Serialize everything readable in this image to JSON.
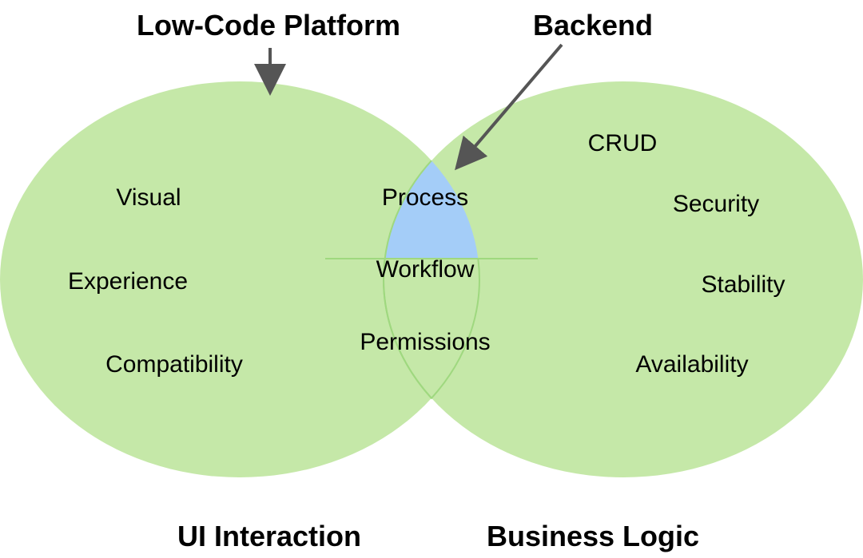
{
  "colors": {
    "set_fill": "#c5e8a8",
    "overlap_outline": "#9fd87f",
    "highlight_fill": "#a4cdf8",
    "arrow": "#555555",
    "text": "#000000"
  },
  "callouts": {
    "low_code_platform": "Low-Code Platform",
    "backend": "Backend"
  },
  "sets": {
    "left": {
      "label": "UI Interaction",
      "items": [
        "Visual",
        "Experience",
        "Compatibility"
      ]
    },
    "right": {
      "label": "Business Logic",
      "items": [
        "CRUD",
        "Security",
        "Stability",
        "Availability"
      ]
    },
    "overlap": {
      "highlight_item": "Process",
      "items": [
        "Workflow",
        "Permissions"
      ]
    }
  },
  "icons": {
    "low_code_arrow": "arrow-down-icon",
    "backend_arrow": "arrow-down-left-icon"
  }
}
